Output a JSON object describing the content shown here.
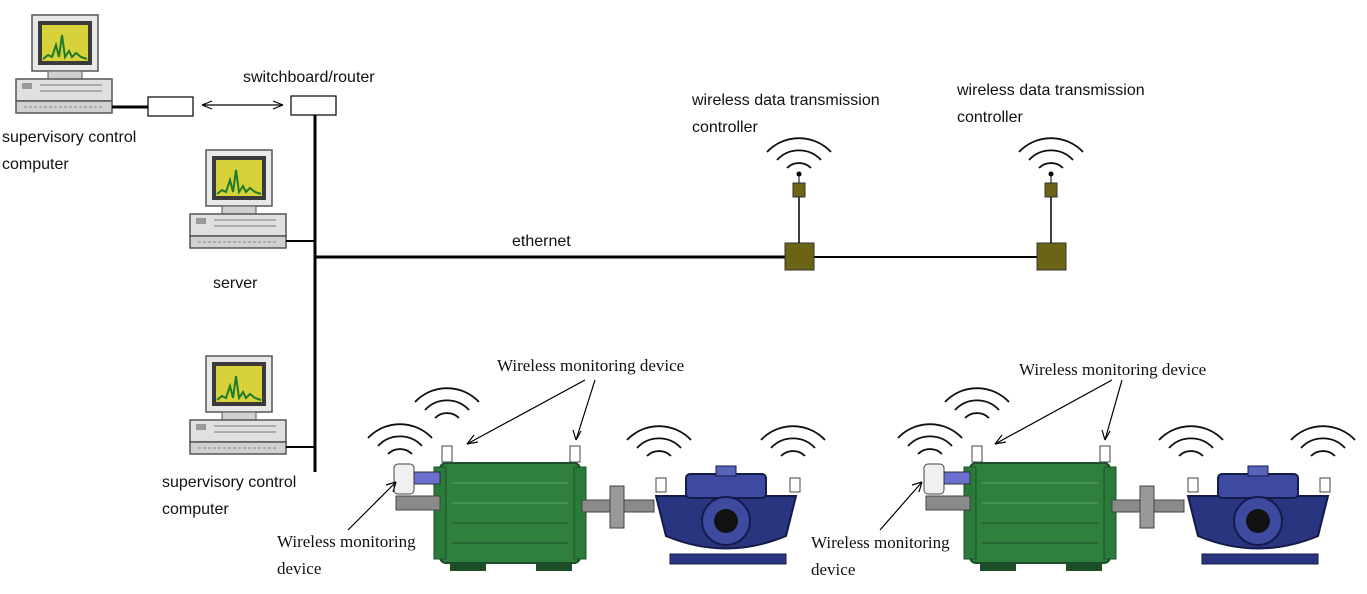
{
  "labels": {
    "supervisory_top": [
      "supervisory control",
      "computer"
    ],
    "switchboard": "switchboard/router",
    "server": "server",
    "supervisory_bottom": [
      "supervisory control",
      "computer"
    ],
    "ethernet": "ethernet",
    "controller_1": [
      "wireless data transmission",
      "controller"
    ],
    "controller_2": [
      "wireless data transmission",
      "controller"
    ],
    "monitor_device_top_1": "Wireless monitoring device",
    "monitor_device_top_2": "Wireless monitoring device",
    "monitor_device_side_1": [
      "Wireless monitoring",
      "device"
    ],
    "monitor_device_side_2": [
      "Wireless monitoring",
      "device"
    ]
  },
  "colors": {
    "motor": "#2f7f3f",
    "motor_dark": "#1c4f27",
    "pump": "#2a3580",
    "controller": "#6b6414",
    "monitor_screen": "#d8d23a",
    "line": "#000000"
  },
  "icons": [
    "computer-icon",
    "wireless-signal-icon",
    "motor-icon",
    "pump-icon",
    "controller-box-icon"
  ]
}
